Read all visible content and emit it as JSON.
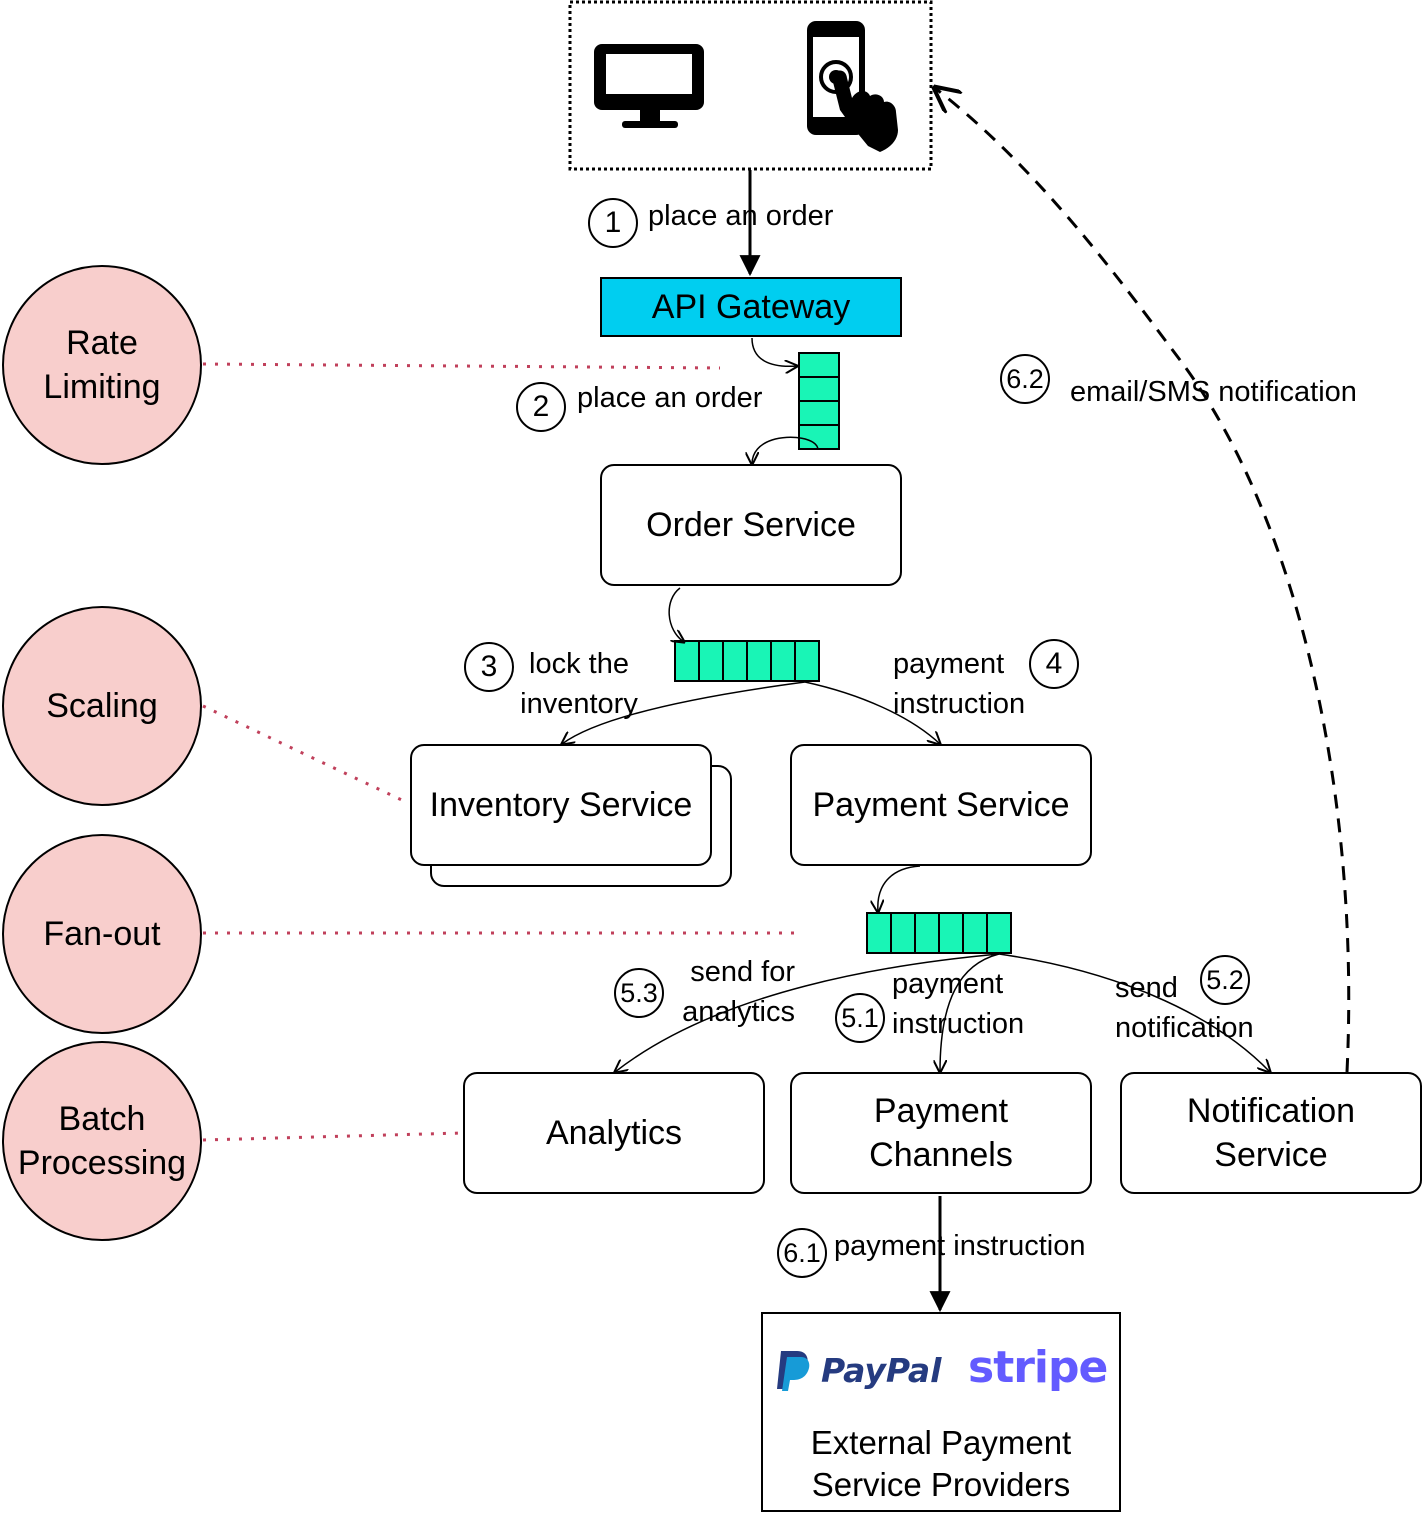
{
  "colors": {
    "gateway_fill": "#00cef0",
    "queue_fill": "#19f5b6",
    "circle_fill": "#f8cecc",
    "connector_dotted": "#c0405b",
    "paypal_dark": "#253b80",
    "paypal_light": "#179bd7",
    "stripe": "#635bff"
  },
  "clients": {
    "desktop_icon": "monitor-icon",
    "mobile_icon": "smartphone-touch-icon"
  },
  "boxes": {
    "api_gateway": "API Gateway",
    "order_service": "Order Service",
    "inventory_service": "Inventory Service",
    "payment_service": "Payment Service",
    "analytics": "Analytics",
    "payment_channels": "Payment\nChannels",
    "notification_service": "Notification\nService",
    "external_providers": "External Payment\nService Providers"
  },
  "logos": {
    "paypal": "PayPal",
    "stripe": "stripe"
  },
  "concepts": [
    "Rate\nLimiting",
    "Scaling",
    "Fan-out",
    "Batch\nProcessing"
  ],
  "steps": [
    {
      "num": "1",
      "label": "place an order"
    },
    {
      "num": "2",
      "label": "place an order"
    },
    {
      "num": "3",
      "label": "lock the\ninventory"
    },
    {
      "num": "4",
      "label": "payment\ninstruction"
    },
    {
      "num": "5.3",
      "label": "send for\nanalytics"
    },
    {
      "num": "5.1",
      "label": "payment\ninstruction"
    },
    {
      "num": "5.2",
      "label": "send\nnotification"
    },
    {
      "num": "6.1",
      "label": "payment instruction"
    },
    {
      "num": "6.2",
      "label": "email/SMS notification"
    }
  ]
}
